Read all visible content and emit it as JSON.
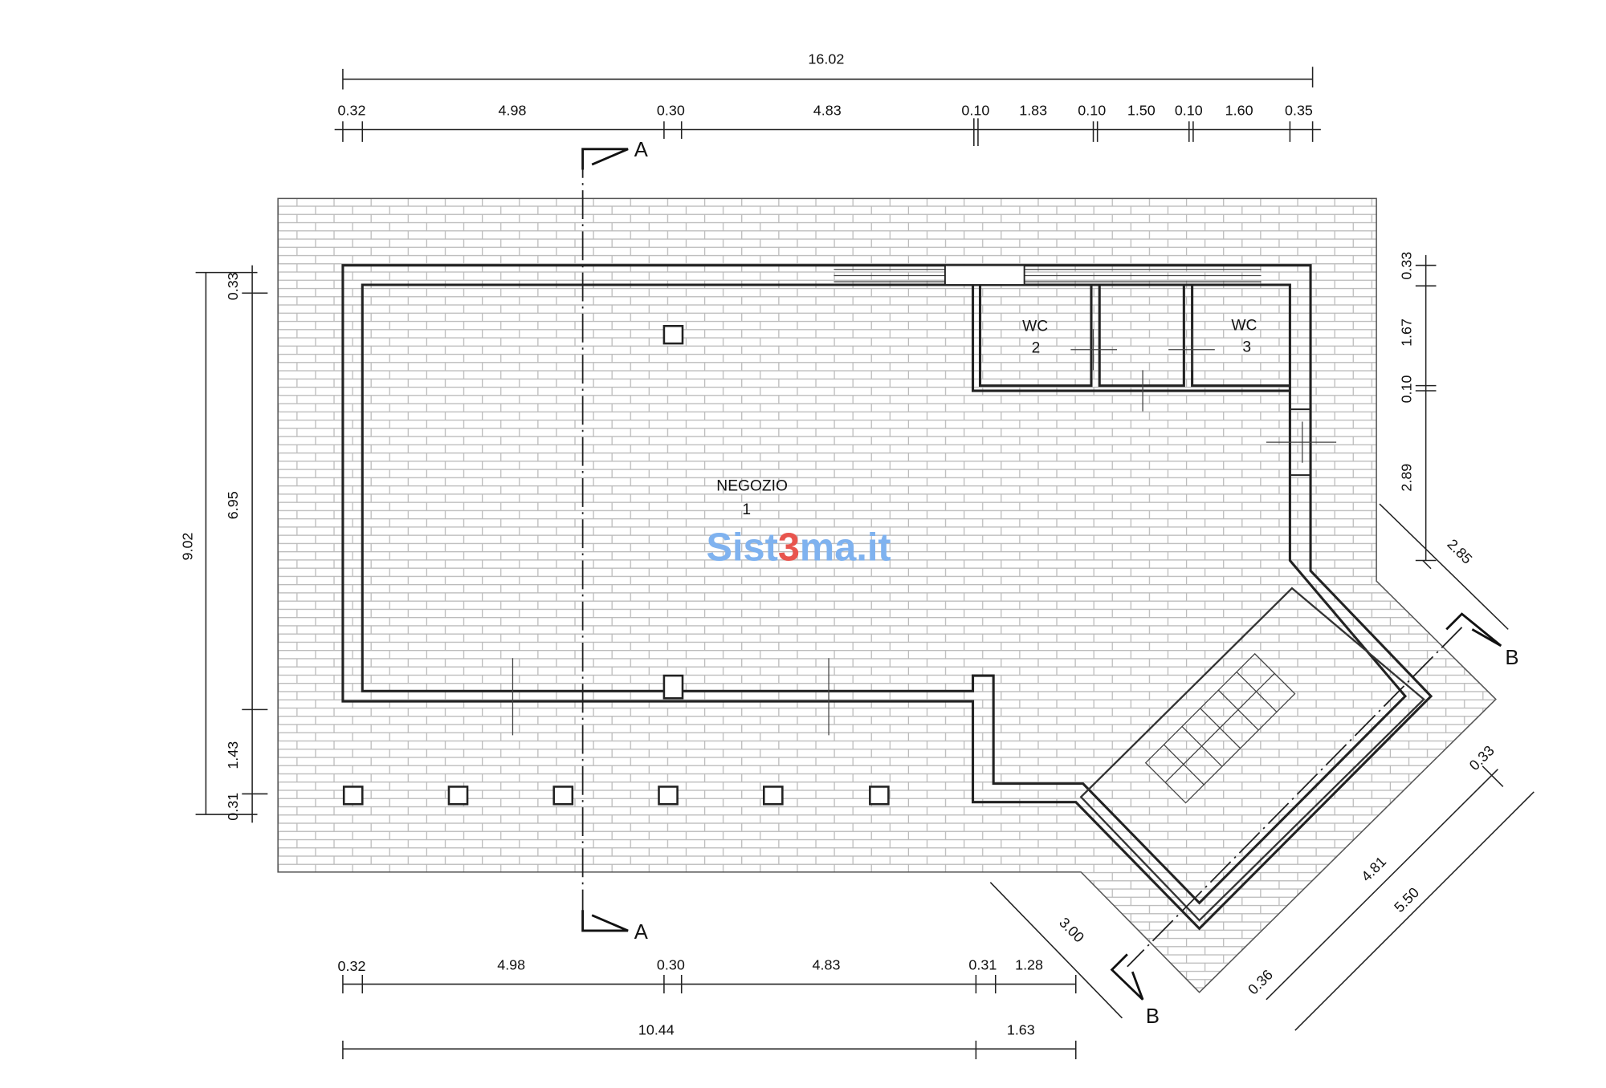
{
  "title_watermark": {
    "pre": "Sist",
    "mid": "3",
    "post": "ma.it",
    "color_main": "#7fb2ef",
    "color_accent": "#e8554e"
  },
  "rooms": {
    "shop": {
      "name": "NEGOZIO",
      "number": "1"
    },
    "wc2": {
      "name": "WC",
      "number": "2"
    },
    "wc3": {
      "name": "WC",
      "number": "3"
    }
  },
  "sections": {
    "a_top": "A",
    "a_bottom": "A",
    "b_top": "B",
    "b_bottom": "B"
  },
  "dims": {
    "top_total": "16.02",
    "top": [
      "0.32",
      "4.98",
      "0.30",
      "4.83",
      "0.10",
      "1.83",
      "0.10",
      "1.50",
      "0.10",
      "1.60",
      "0.35"
    ],
    "left_total": "9.02",
    "left": [
      "0.33",
      "6.95",
      "1.43",
      "0.31"
    ],
    "right": [
      "0.33",
      "1.67",
      "0.10",
      "2.89"
    ],
    "diag_right": "2.85",
    "bottom": [
      "0.32",
      "4.98",
      "0.30",
      "4.83",
      "0.31",
      "1.28"
    ],
    "bottom_total": [
      "10.44",
      "1.63"
    ],
    "diag_bottom": "3.00",
    "diag_stair": [
      "0.33",
      "4.81",
      "5.50",
      "0.36"
    ]
  }
}
